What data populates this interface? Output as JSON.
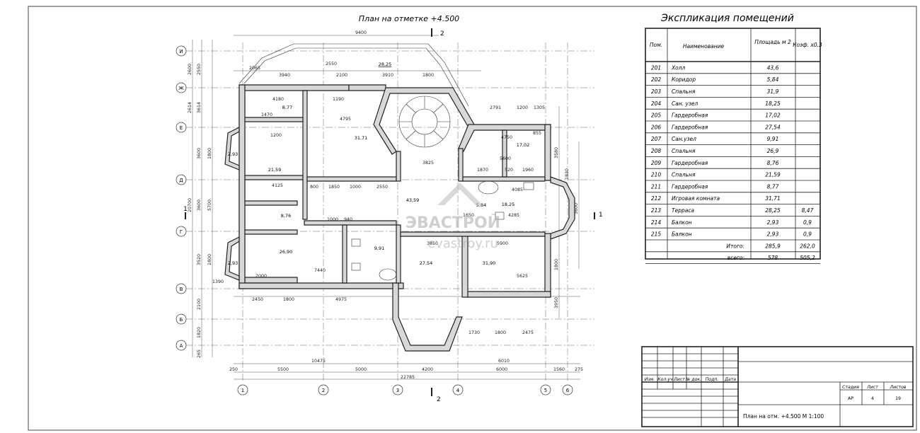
{
  "plan_title": "План на отметке +4.500",
  "explication_title": "Экспликация помещений",
  "watermark": {
    "brand": "ЭВАСТРОЙ",
    "site": "evastroy.ru"
  },
  "explication": {
    "headers": {
      "num": "Пом.",
      "name": "Наименование",
      "area": "Площадь м 2",
      "coef": "Коэф. x0.3"
    },
    "rows": [
      {
        "num": "201",
        "name": "Холл",
        "area": "43,6",
        "coef": ""
      },
      {
        "num": "202",
        "name": "Коридор",
        "area": "5,84",
        "coef": ""
      },
      {
        "num": "203",
        "name": "Спальня",
        "area": "31,9",
        "coef": ""
      },
      {
        "num": "204",
        "name": "Сан. узел",
        "area": "18,25",
        "coef": ""
      },
      {
        "num": "205",
        "name": "Гардеробная",
        "area": "17,02",
        "coef": ""
      },
      {
        "num": "206",
        "name": "Гардеробная",
        "area": "27,54",
        "coef": ""
      },
      {
        "num": "207",
        "name": "Сан.узел",
        "area": "9,91",
        "coef": ""
      },
      {
        "num": "208",
        "name": "Спальня",
        "area": "26,9",
        "coef": ""
      },
      {
        "num": "209",
        "name": "Гардеробная",
        "area": "8,76",
        "coef": ""
      },
      {
        "num": "210",
        "name": "Спальня",
        "area": "21,59",
        "coef": ""
      },
      {
        "num": "211",
        "name": "Гардеробная",
        "area": "8,77",
        "coef": ""
      },
      {
        "num": "212",
        "name": "Игровая комната",
        "area": "31,71",
        "coef": ""
      },
      {
        "num": "213",
        "name": "Терраса",
        "area": "28,25",
        "coef": "8,47"
      },
      {
        "num": "214",
        "name": "Балкон",
        "area": "2,93",
        "coef": "0,9"
      },
      {
        "num": "215",
        "name": "Балкон",
        "area": "2,93",
        "coef": "0,9"
      }
    ],
    "totals": [
      {
        "label": "Итого:",
        "area": "285,9",
        "coef": "262,0"
      },
      {
        "label": "всего:",
        "area": "578",
        "coef": "505,2"
      }
    ]
  },
  "title_block": {
    "col_labels": [
      "Изм.",
      "Кол.уч",
      "Лист",
      "№ док.",
      "Подп.",
      "Дата"
    ],
    "stage_label": "Стадия",
    "stage": "АР",
    "sheet_label": "Лист",
    "sheet": "4",
    "sheets_label": "Листов",
    "sheets": "19",
    "sheet_name": "План на отм. +4.500 М 1:100"
  },
  "axes": {
    "horizontal": [
      "И",
      "Ж",
      "Е",
      "Д",
      "Г",
      "В",
      "Б",
      "А"
    ],
    "vertical": [
      "1",
      "2",
      "3",
      "4",
      "5",
      "6"
    ]
  },
  "section_mark": "2",
  "section_mark_side": "1",
  "room_areas": [
    "28,25",
    "8,77",
    "31,71",
    "21,59",
    "43,59",
    "17,02",
    "18,25",
    "8,76",
    "26,90",
    "9,91",
    "27,54",
    "31,90",
    "5,84",
    "2,93",
    "2,93"
  ],
  "dimensions": {
    "top": [
      "9400",
      "2065",
      "3940",
      "2100",
      "3910",
      "1800",
      "2550",
      "2791",
      "1200",
      "1305",
      "4180",
      "1190",
      "4795",
      "4750",
      "855",
      "1470",
      "1200",
      "5600",
      "1870",
      "520",
      "1960",
      "4125",
      "800",
      "1850",
      "1000",
      "2550",
      "3825",
      "4085",
      "4285",
      "3850",
      "5900",
      "5625",
      "7440",
      "2000",
      "940",
      "1000",
      "1650",
      "1390"
    ],
    "bottom_segments": [
      "5500",
      "5000",
      "4200",
      "6000"
    ],
    "bottom_inner": [
      "2450",
      "1800",
      "4975",
      "1730",
      "1800",
      "2475"
    ],
    "bottom_overall": [
      "10475",
      "22785",
      "6010"
    ],
    "bottom_edges": [
      "250",
      "1560",
      "275"
    ],
    "left": [
      "2600",
      "2550",
      "2614",
      "3614",
      "3600",
      "1800",
      "20700",
      "3600",
      "5700",
      "3520",
      "1800",
      "2100",
      "1820",
      "265"
    ],
    "right": [
      "3580",
      "1830",
      "3600",
      "1800",
      "3950"
    ]
  }
}
